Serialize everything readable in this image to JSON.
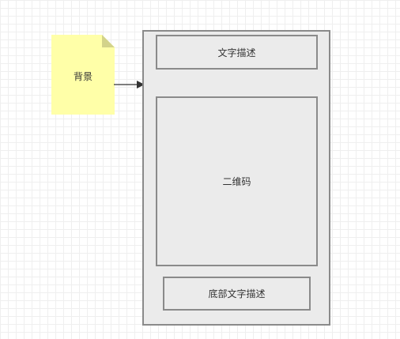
{
  "diagram": {
    "note": {
      "label": "背景",
      "fill": "#ffffa8",
      "fold_fill": "#d3d38a"
    },
    "container": {
      "fill": "#ebebeb",
      "stroke": "#8a8a8a"
    },
    "boxes": {
      "top_label": "文字描述",
      "qr_label": "二维码",
      "bottom_label": "底部文字描述"
    },
    "connector": {
      "color": "#333333"
    }
  }
}
